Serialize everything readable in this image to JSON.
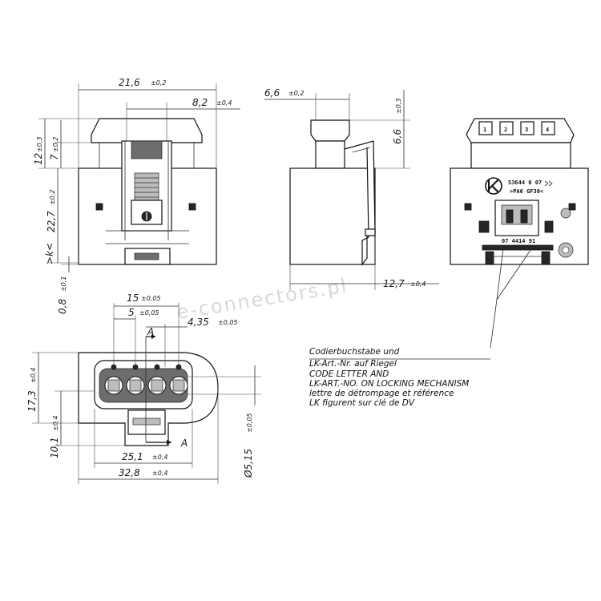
{
  "watermark": "e-connectors.pl",
  "front_view": {
    "width": {
      "value": "21,6",
      "tol": "±0,2"
    },
    "width_inner": {
      "value": "8,2",
      "tol": "±0,4"
    },
    "h_top": {
      "value": "12",
      "tol": "±0,3"
    },
    "h_cap": {
      "value": "7",
      "tol": "±0,2"
    },
    "h_body": {
      "value": "22,7",
      "tol": "±0,2"
    },
    "k": {
      "value": ">k<"
    },
    "h_base": {
      "value": "0,8",
      "tol": "±0,1"
    }
  },
  "side_view": {
    "depth": {
      "value": "6,6",
      "tol": "±0,2"
    },
    "h_cap": {
      "value": "6,6",
      "tol": "±0,3"
    },
    "latch": {
      "value": "12,7",
      "tol": "±0,4"
    }
  },
  "rear_view": {
    "code_letters": [
      "1",
      "2",
      "3",
      "4"
    ],
    "part_number": "53644 0 07",
    "material": ">PA6 GF30<",
    "latch_code": "07 4414 91",
    "logo_text": "LK"
  },
  "bottom_view": {
    "pitch": {
      "value": "15",
      "tol": "±0,05"
    },
    "pitch_single": {
      "value": "5",
      "tol": "±0,05"
    },
    "offset": {
      "value": "4,35",
      "tol": "±0,05"
    },
    "section_label": "A",
    "height": {
      "value": "17,3",
      "tol": "±0,4"
    },
    "height_inner": {
      "value": "10,1",
      "tol": "±0,4"
    },
    "width_inner": {
      "value": "25,1",
      "tol": "±0,4"
    },
    "width_total": {
      "value": "32,8",
      "tol": "±0,4"
    },
    "diameter": {
      "value": "Ø5,15",
      "tol": "±0,05"
    }
  },
  "note": {
    "lines": [
      "Codierbuchstabe und",
      "LK-Art.-Nr. auf Riegel",
      "CODE LETTER AND",
      "LK-ART.-NO. ON LOCKING MECHANISM",
      "lettre de détrompage et référence",
      "LK figurent sur clé de DV"
    ]
  }
}
